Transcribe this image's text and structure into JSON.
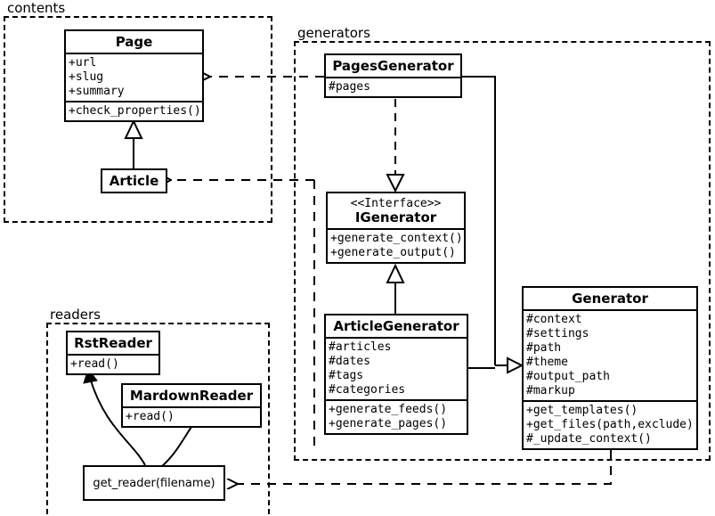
{
  "diagram": {
    "type": "uml-class-diagram",
    "packages": [
      {
        "name": "contents",
        "label": "contents"
      },
      {
        "name": "generators",
        "label": "generators"
      },
      {
        "name": "readers",
        "label": "readers"
      }
    ]
  },
  "classes": {
    "page": {
      "name": "Page",
      "attributes": [
        "+url",
        "+slug",
        "+summary"
      ],
      "operations": [
        "+check_properties()"
      ]
    },
    "article": {
      "name": "Article"
    },
    "pages_generator": {
      "name": "PagesGenerator",
      "attributes": [
        "#pages"
      ]
    },
    "igenerator": {
      "stereotype": "<<Interface>>",
      "name": "IGenerator",
      "operations": [
        "+generate_context()",
        "+generate_output()"
      ]
    },
    "article_generator": {
      "name": "ArticleGenerator",
      "attributes": [
        "#articles",
        "#dates",
        "#tags",
        "#categories"
      ],
      "operations": [
        "+generate_feeds()",
        "+generate_pages()"
      ]
    },
    "generator": {
      "name": "Generator",
      "attributes": [
        "#context",
        "#settings",
        "#path",
        "#theme",
        "#output_path",
        "#markup"
      ],
      "operations": [
        "+get_templates()",
        "+get_files(path,exclude)",
        "#_update_context()"
      ]
    },
    "rst_reader": {
      "name": "RstReader",
      "operations": [
        "+read()"
      ]
    },
    "mardown_reader": {
      "name": "MardownReader",
      "operations": [
        "+read()"
      ]
    },
    "get_reader": {
      "name": "get_reader(filename)"
    }
  },
  "relations": [
    {
      "name": "article-inherits-page",
      "kind": "generalization",
      "from": "Article",
      "to": "Page"
    },
    {
      "name": "pagesgenerator-realizes-igenerator",
      "kind": "realization",
      "from": "PagesGenerator",
      "to": "IGenerator"
    },
    {
      "name": "articlegenerator-inherits-igenerator",
      "kind": "generalization",
      "from": "ArticleGenerator",
      "to": "IGenerator"
    },
    {
      "name": "pagesgenerator-inherits-generator",
      "kind": "generalization",
      "from": "PagesGenerator",
      "to": "Generator"
    },
    {
      "name": "articlegenerator-inherits-generator",
      "kind": "generalization",
      "from": "ArticleGenerator",
      "to": "Generator"
    },
    {
      "name": "pagesgenerator-uses-page",
      "kind": "dependency",
      "from": "PagesGenerator",
      "to": "Page"
    },
    {
      "name": "articlegenerator-uses-article",
      "kind": "dependency",
      "from": "ArticleGenerator",
      "to": "Article"
    },
    {
      "name": "generator-uses-get-reader",
      "kind": "dependency",
      "from": "Generator",
      "to": "get_reader(filename)"
    },
    {
      "name": "get-reader-returns-rstreader",
      "kind": "association",
      "from": "get_reader(filename)",
      "to": "RstReader"
    },
    {
      "name": "get-reader-returns-mardownreader",
      "kind": "association",
      "from": "get_reader(filename)",
      "to": "MardownReader"
    }
  ],
  "colors": {
    "stroke": "#000000",
    "background": "#ffffff"
  }
}
